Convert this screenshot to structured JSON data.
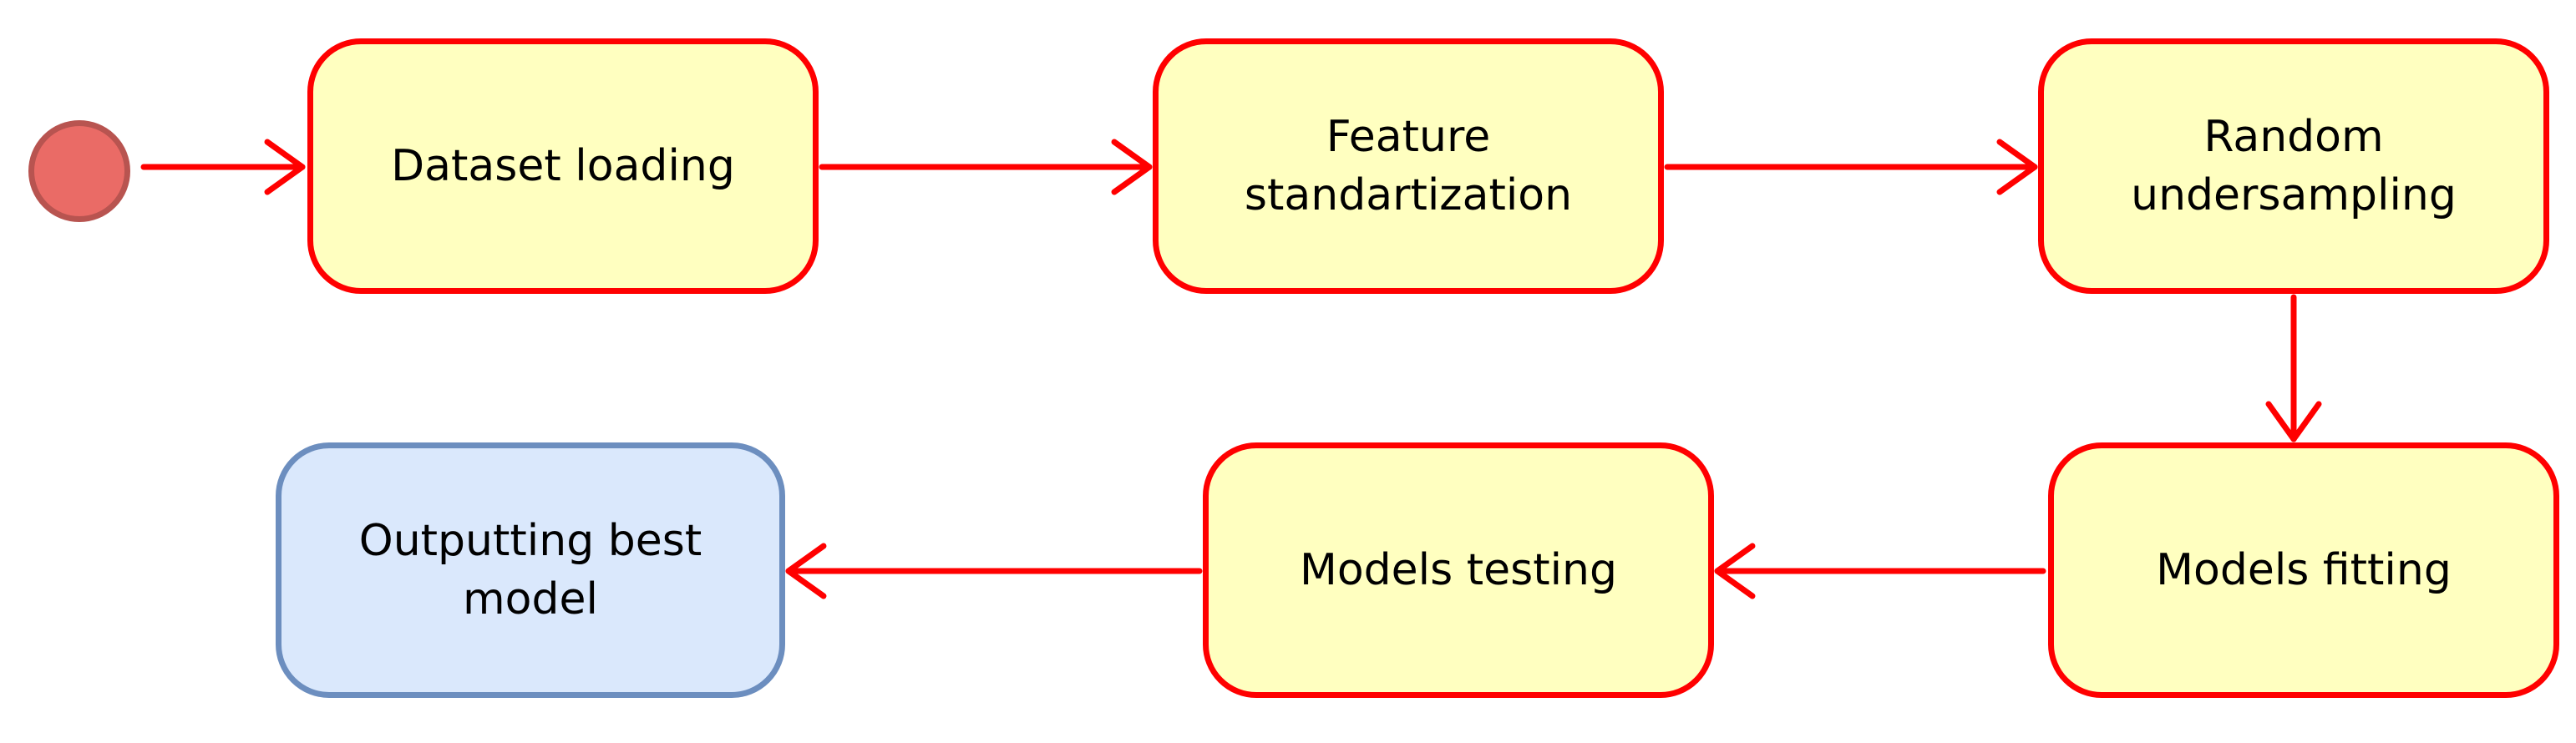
{
  "diagram": {
    "nodes": [
      {
        "id": "dataset-loading",
        "label": "Dataset loading"
      },
      {
        "id": "feature-standartization",
        "label": "Feature\nstandartization"
      },
      {
        "id": "random-undersampling",
        "label": "Random\nundersampling"
      },
      {
        "id": "models-fitting",
        "label": "Models fitting"
      },
      {
        "id": "models-testing",
        "label": "Models testing"
      },
      {
        "id": "outputting-best-model",
        "label": "Outputting best\nmodel"
      }
    ],
    "edges": [
      {
        "from": "start",
        "to": "dataset-loading"
      },
      {
        "from": "dataset-loading",
        "to": "feature-standartization"
      },
      {
        "from": "feature-standartization",
        "to": "random-undersampling"
      },
      {
        "from": "random-undersampling",
        "to": "models-fitting"
      },
      {
        "from": "models-fitting",
        "to": "models-testing"
      },
      {
        "from": "models-testing",
        "to": "outputting-best-model"
      }
    ]
  },
  "colors": {
    "process_fill": "#ffffc0",
    "process_border": "#ff0000",
    "output_fill": "#dae8fc",
    "output_border": "#6c8ebf",
    "start_fill": "#ea6b66",
    "start_border": "#b85450",
    "edge": "#ff0000"
  }
}
